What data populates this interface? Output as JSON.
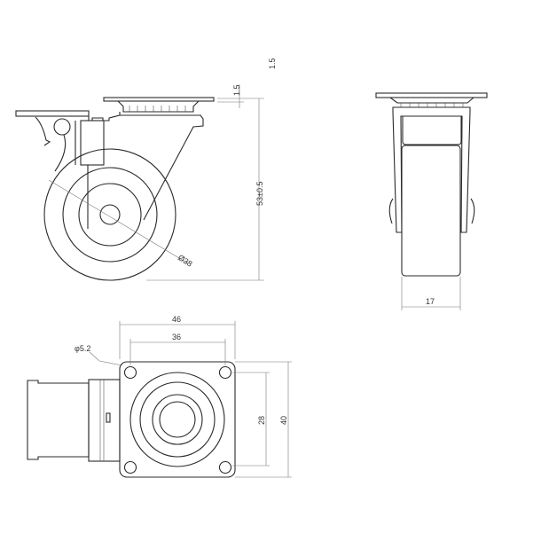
{
  "drawing": {
    "side_view": {
      "dim_height": "53±0.5",
      "dim_plate_thickness": "1.5",
      "dim_top_note": "1.5",
      "dim_wheel_diameter": "Ø38"
    },
    "front_view": {
      "dim_wheel_width": "17"
    },
    "top_view": {
      "dim_plate_width": "46",
      "dim_hole_spacing_x": "36",
      "dim_hole_spacing_y": "28",
      "dim_plate_height": "40",
      "dim_hole_diameter": "φ5.2"
    }
  }
}
